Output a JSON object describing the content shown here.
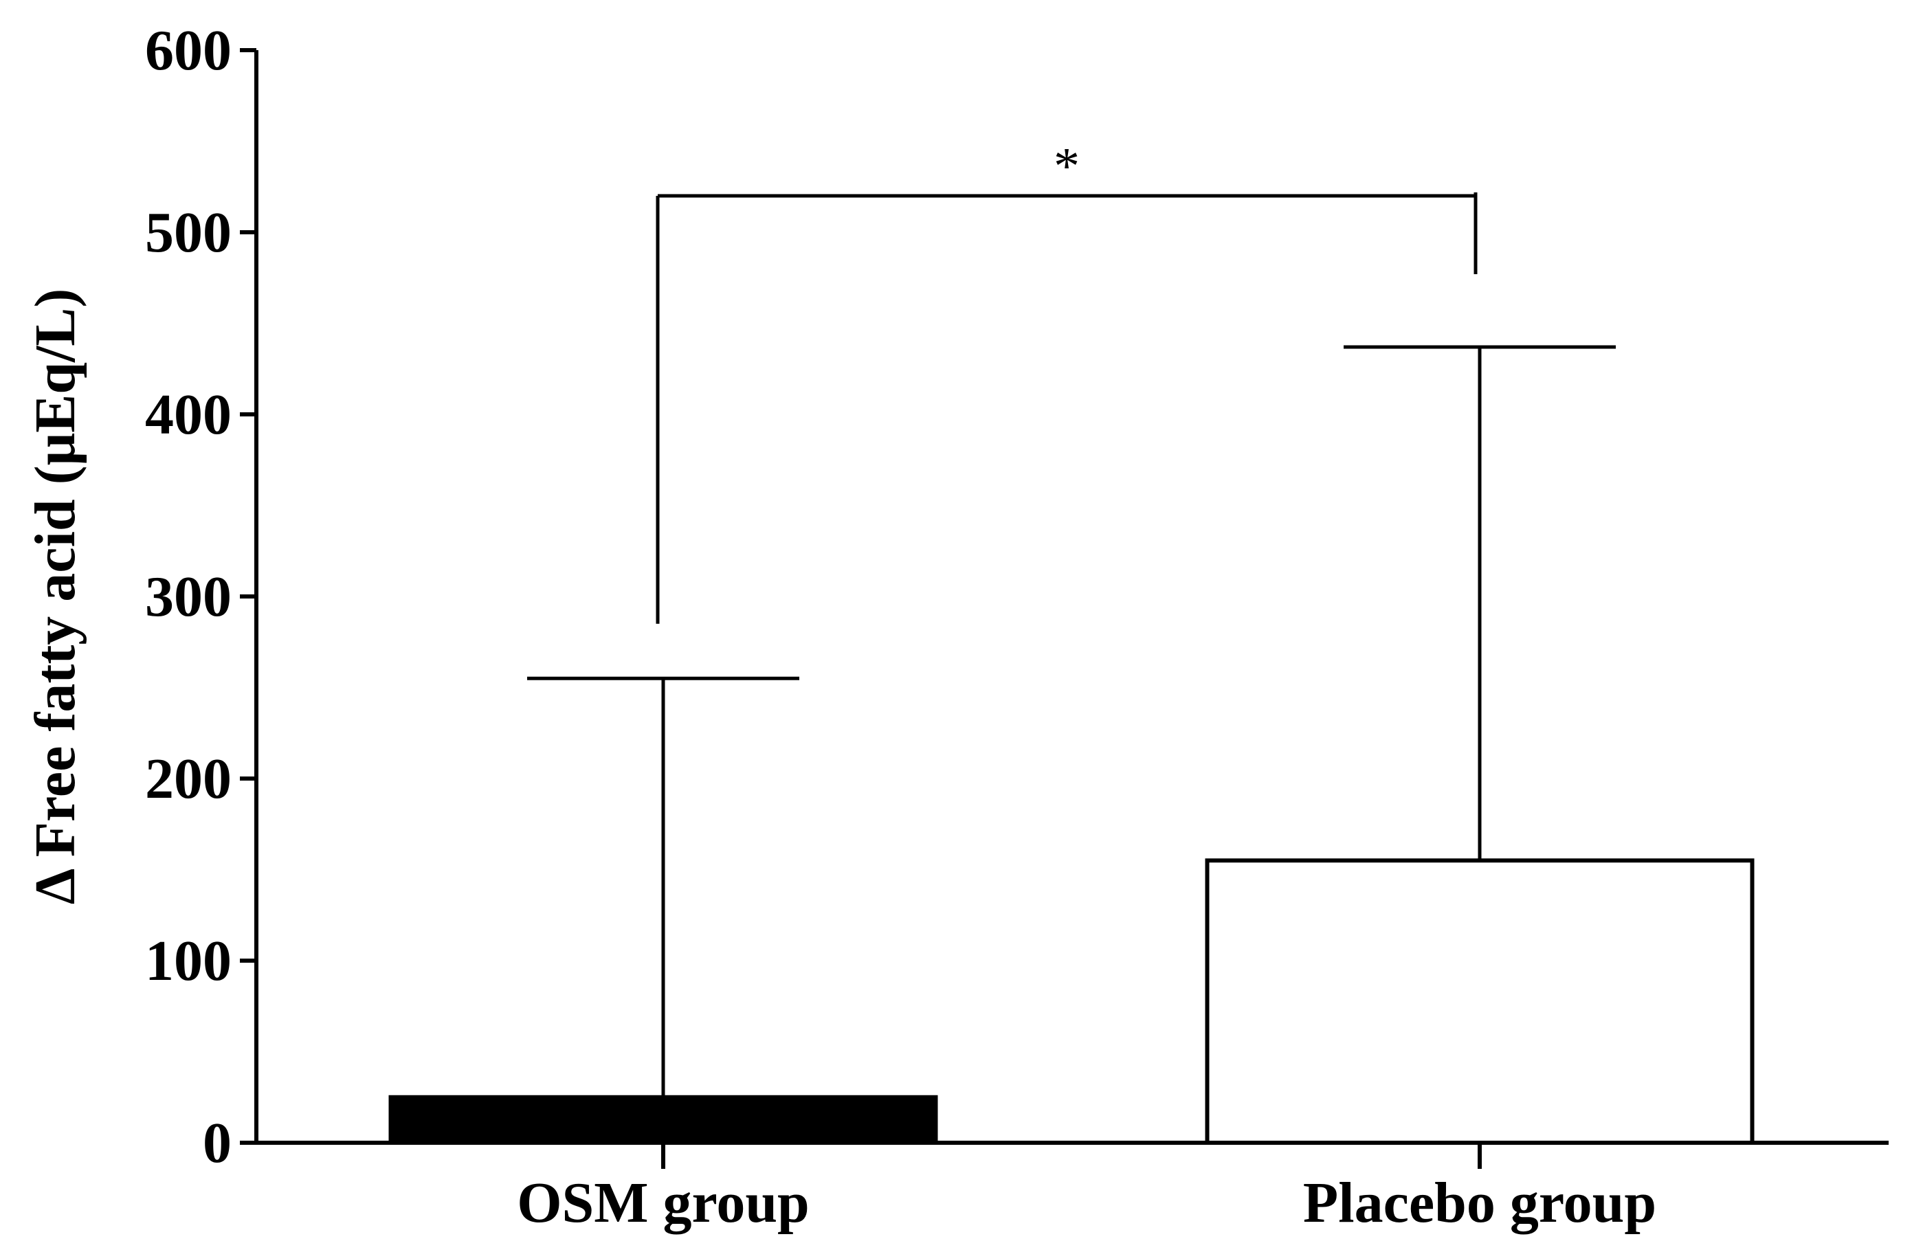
{
  "chart_data": {
    "type": "bar",
    "categories": [
      "OSM group",
      "Placebo group"
    ],
    "values": [
      25,
      155
    ],
    "error_upper": [
      255,
      437
    ],
    "bar_fills": [
      "#000000",
      "#ffffff"
    ],
    "ylabel": "Δ Free fatty acid  (μEq/L)",
    "ylim": [
      0,
      600
    ],
    "yticks": [
      "0",
      "100",
      "200",
      "300",
      "400",
      "500",
      "600"
    ],
    "significance": {
      "label": "*",
      "bracket_y": 520,
      "left_bottom": 285,
      "right_bottom": 477
    },
    "grid": false,
    "legend": "none"
  }
}
